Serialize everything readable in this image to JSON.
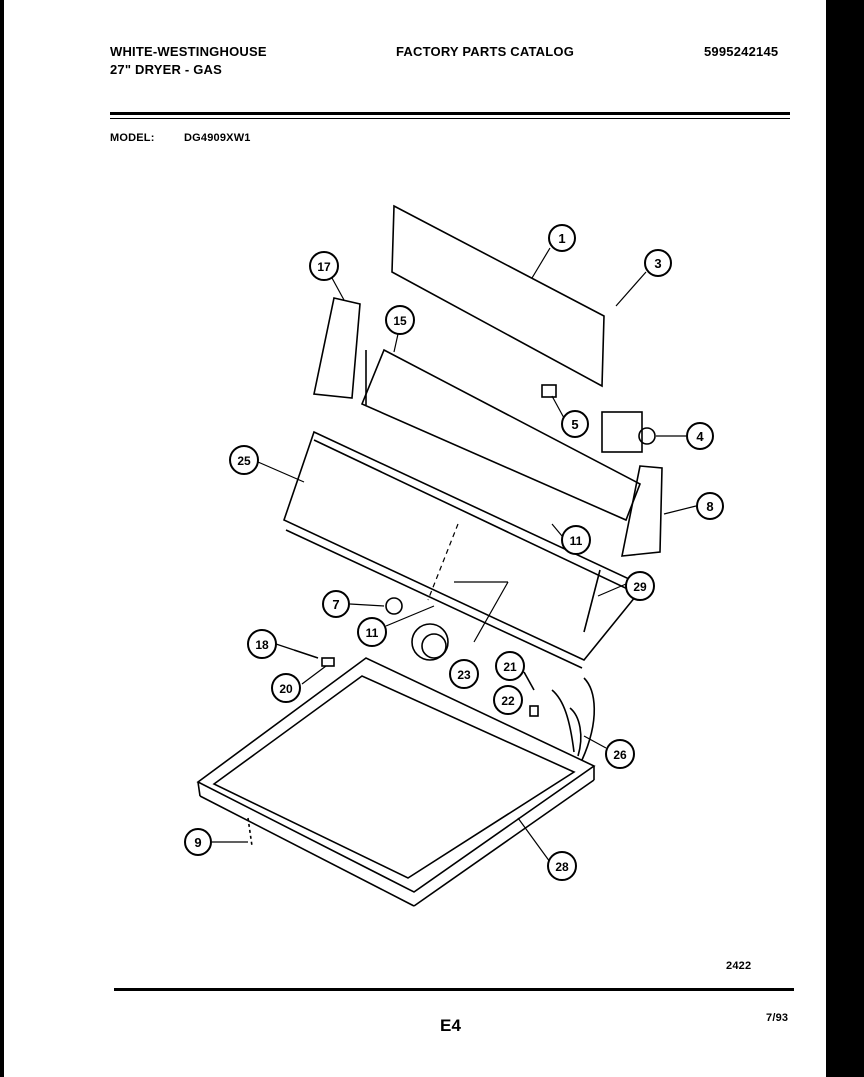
{
  "header": {
    "brand": "WHITE-WESTINGHOUSE",
    "product": "27\" DRYER - GAS",
    "catalog_title": "FACTORY PARTS CATALOG",
    "catalog_number": "5995242145",
    "model_label": "MODEL:",
    "model_value": "DG4909XW1"
  },
  "diagram": {
    "callouts": [
      "1",
      "3",
      "17",
      "15",
      "5",
      "4",
      "25",
      "8",
      "11",
      "29",
      "7",
      "11",
      "18",
      "23",
      "21",
      "20",
      "22",
      "26",
      "9",
      "28"
    ]
  },
  "footer": {
    "drawing_number": "2422",
    "page_label": "E4",
    "date": "7/93"
  }
}
